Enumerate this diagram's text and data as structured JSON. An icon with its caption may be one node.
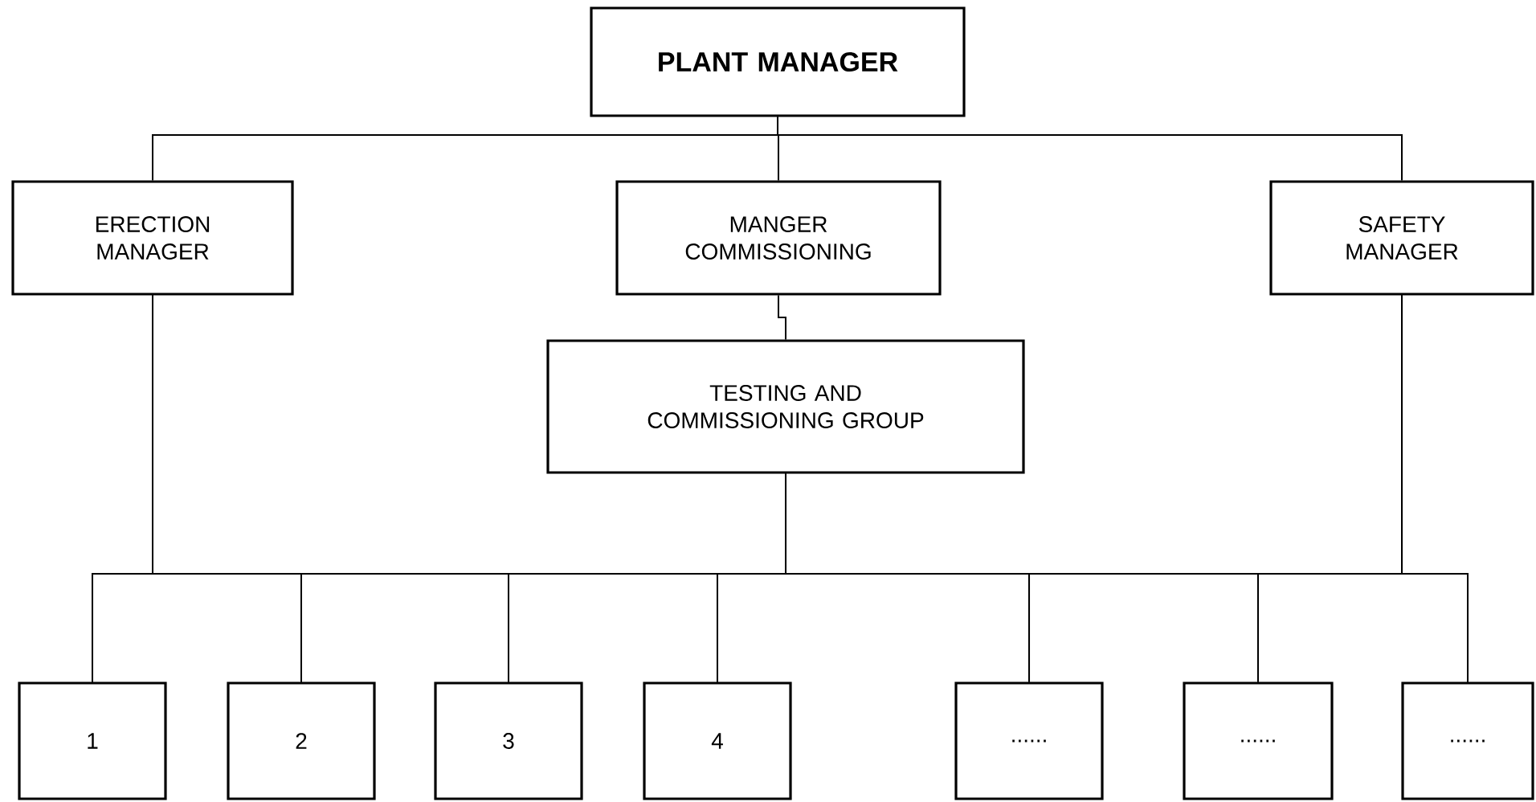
{
  "diagram": {
    "nodes": [
      {
        "text": [
          "PLANT MANAGER"
        ]
      },
      {
        "text": [
          "ERECTION MANAGER"
        ]
      },
      {
        "text": [
          "MANGER COMMISSIONING"
        ]
      },
      {
        "text": [
          "SAFETY MANAGER"
        ]
      },
      {
        "text": [
          "TESTING AND COMMISSIONING GROUP"
        ]
      },
      {
        "text": [
          "1"
        ]
      },
      {
        "text": [
          "2"
        ]
      },
      {
        "text": [
          "3"
        ]
      },
      {
        "text": [
          "4"
        ]
      },
      {
        "text": [
          "......"
        ]
      },
      {
        "text": [
          "......"
        ]
      },
      {
        "text": [
          "......"
        ]
      }
    ],
    "edges": [
      {
        "from": 0,
        "to": 1,
        "arrow": "none"
      },
      {
        "from": 0,
        "to": 2,
        "arrow": "none"
      },
      {
        "from": 0,
        "to": 3,
        "arrow": "none"
      },
      {
        "from": 2,
        "to": 4,
        "arrow": "none"
      },
      {
        "from": 1,
        "to": 5,
        "arrow": "none"
      },
      {
        "from": 1,
        "to": 6,
        "arrow": "none"
      },
      {
        "from": 1,
        "to": 7,
        "arrow": "none"
      },
      {
        "from": 1,
        "to": 8,
        "arrow": "none"
      },
      {
        "from": 1,
        "to": 9,
        "arrow": "none"
      },
      {
        "from": 1,
        "to": 10,
        "arrow": "none"
      },
      {
        "from": 1,
        "to": 11,
        "arrow": "none"
      },
      {
        "from": 4,
        "to": 5,
        "arrow": "none"
      },
      {
        "from": 4,
        "to": 6,
        "arrow": "none"
      },
      {
        "from": 4,
        "to": 7,
        "arrow": "none"
      },
      {
        "from": 4,
        "to": 8,
        "arrow": "none"
      },
      {
        "from": 4,
        "to": 9,
        "arrow": "none"
      },
      {
        "from": 4,
        "to": 10,
        "arrow": "none"
      },
      {
        "from": 4,
        "to": 11,
        "arrow": "none"
      },
      {
        "from": 3,
        "to": 5,
        "arrow": "none"
      },
      {
        "from": 3,
        "to": 6,
        "arrow": "none"
      },
      {
        "from": 3,
        "to": 7,
        "arrow": "none"
      },
      {
        "from": 3,
        "to": 8,
        "arrow": "none"
      },
      {
        "from": 3,
        "to": 9,
        "arrow": "none"
      },
      {
        "from": 3,
        "to": 10,
        "arrow": "none"
      },
      {
        "from": 3,
        "to": 11,
        "arrow": "none"
      }
    ]
  }
}
